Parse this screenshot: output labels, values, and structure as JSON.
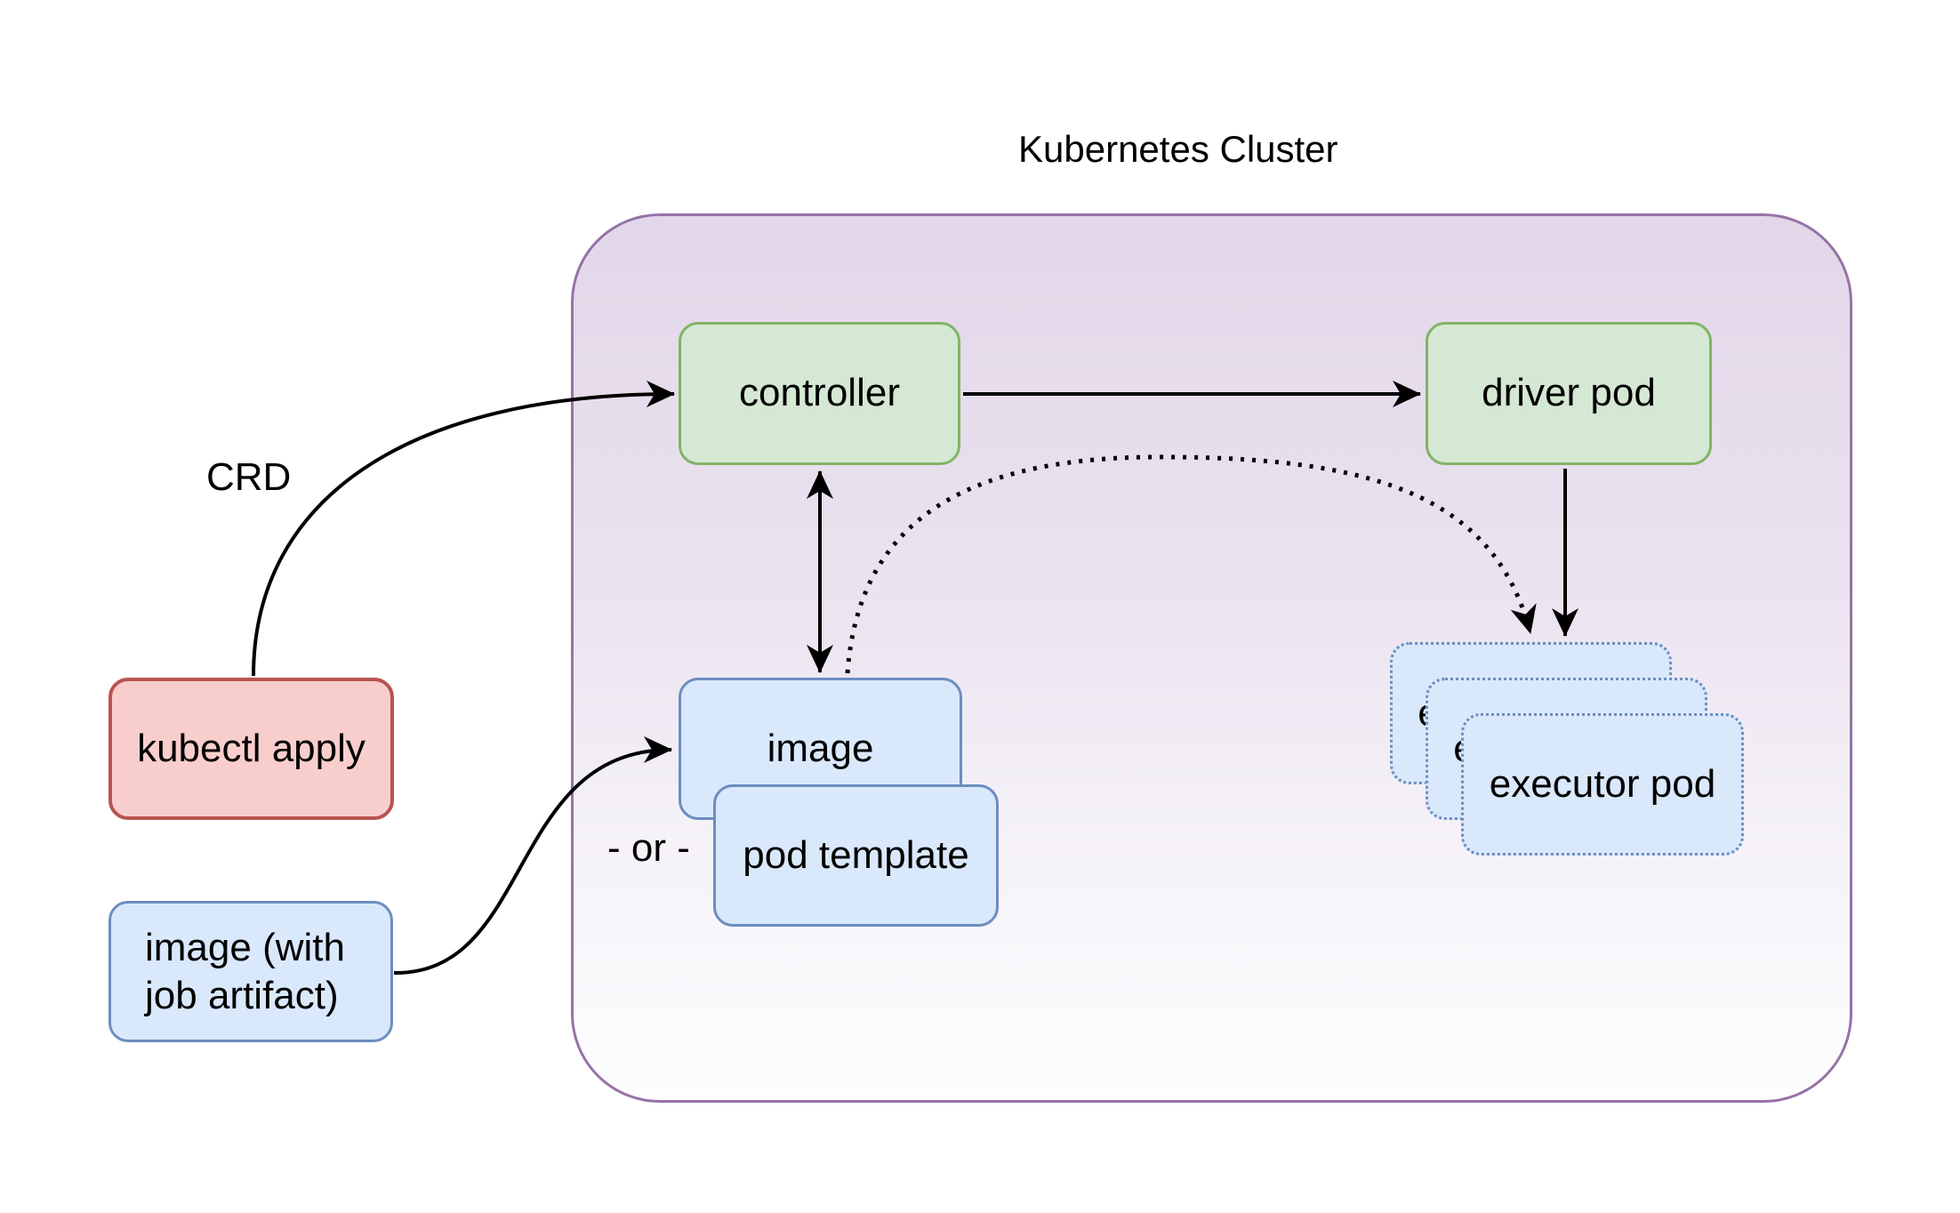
{
  "diagram": {
    "title": "Kubernetes Cluster",
    "labels": {
      "crd": "CRD",
      "or": "- or -"
    },
    "nodes": {
      "controller": {
        "label": "controller",
        "fill": "#d5e8d4",
        "border": "#82b366"
      },
      "driver_pod": {
        "label": "driver pod",
        "fill": "#d5e8d4",
        "border": "#82b366"
      },
      "image": {
        "label": "image",
        "fill": "#dae8fc",
        "border": "#6c8ebf"
      },
      "pod_template": {
        "label": "pod template",
        "fill": "#dae8fc",
        "border": "#6c8ebf"
      },
      "kubectl_apply": {
        "label": "kubectl apply",
        "fill": "#f8cecc",
        "border": "#b85450"
      },
      "image_with_job_artifact": {
        "line1": "image (with",
        "line2": "job artifact)",
        "fill": "#dae8fc",
        "border": "#6c8ebf"
      },
      "executor_pod_back": {
        "label": "executor pod",
        "fill": "#dae8fc",
        "border": "#6c8ebf",
        "border_style": "dotted"
      },
      "executor_pod_middle": {
        "label": "executor pod",
        "fill": "#dae8fc",
        "border": "#6c8ebf",
        "border_style": "dotted"
      },
      "executor_pod_front": {
        "label": "executor pod",
        "fill": "#dae8fc",
        "border": "#6c8ebf",
        "border_style": "dotted"
      }
    },
    "cluster": {
      "border_color": "#9673a6",
      "fill_top": "#e1d5e7",
      "fill_bottom": "#ffffff"
    },
    "edge_color": "#000000"
  }
}
